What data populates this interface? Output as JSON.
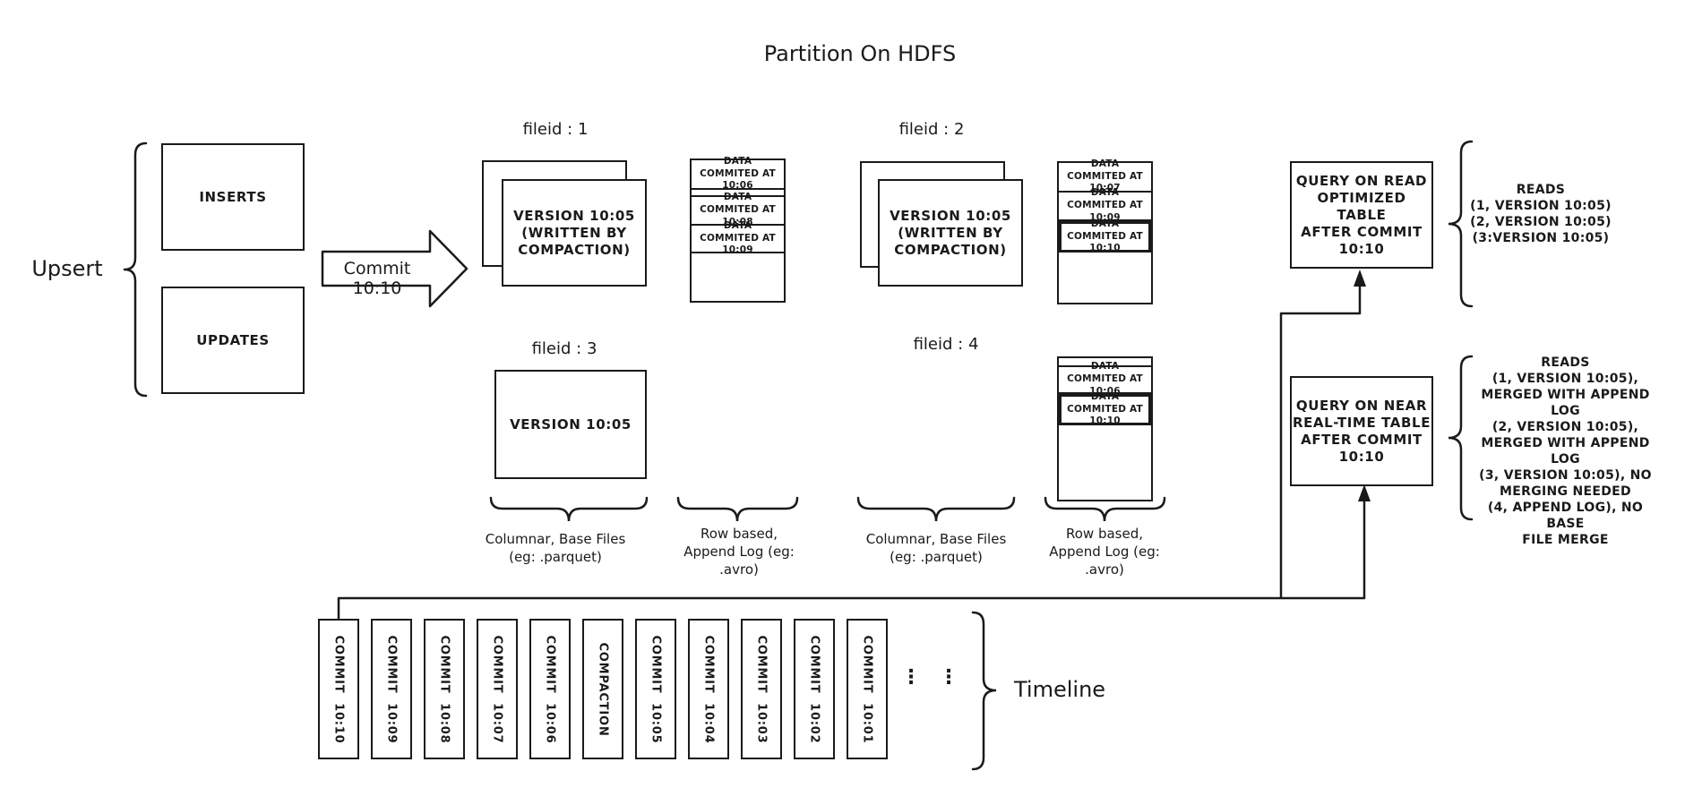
{
  "title": "Partition On HDFS",
  "upsert": {
    "label": "Upsert",
    "inserts": "INSERTS",
    "updates": "UPDATES"
  },
  "commit_arrow": {
    "label": "Commit 10:10"
  },
  "file_groups": {
    "f1": {
      "label": "fileid : 1",
      "version_lines": [
        "VERSION 10:05",
        "(WRITTEN BY",
        "COMPACTION)"
      ]
    },
    "f2": {
      "label": "fileid : 2",
      "version_lines": [
        "VERSION 10:05",
        "(WRITTEN BY",
        "COMPACTION)"
      ]
    },
    "f3": {
      "label": "fileid : 3",
      "version": "VERSION 10:05"
    },
    "f4": {
      "label": "fileid : 4"
    }
  },
  "logs": {
    "f1": {
      "e1": "DATA COMMITED AT 10:06",
      "e2": "DATA COMMITED AT 10:08",
      "e3": "DATA COMMITED AT 10:09"
    },
    "f2": {
      "e1": "DATA COMMITED AT 10:07",
      "e2": "DATA COMMITED AT 10:09",
      "e3": "DATA COMMITED AT 10:10"
    },
    "f4": {
      "e1": "DATA COMMITED AT 10:06",
      "e2": "DATA COMMITED AT 10:10"
    }
  },
  "group_labels": {
    "columnar": [
      "Columnar, Base Files",
      "(eg: .parquet)"
    ],
    "row": [
      "Row based,",
      "Append Log  (eg:",
      ".avro)"
    ]
  },
  "queries": {
    "read_optimized": {
      "lines": [
        "QUERY ON READ",
        "OPTIMIZED TABLE",
        "AFTER COMMIT",
        "10:10"
      ]
    },
    "near_realtime": {
      "lines": [
        "QUERY ON NEAR",
        "REAL-TIME TABLE",
        "AFTER COMMIT",
        "10:10"
      ]
    }
  },
  "reads_read_optimized": {
    "lines": [
      "READS",
      "(1, VERSION 10:05)",
      "(2, VERSION 10:05)",
      "(3:VERSION 10:05)"
    ]
  },
  "reads_near_realtime": {
    "lines": [
      "READS",
      "(1, VERSION 10:05),",
      "MERGED WITH APPEND LOG",
      "(2, VERSION 10:05),",
      "MERGED WITH APPEND LOG",
      "(3, VERSION 10:05), NO",
      "MERGING NEEDED",
      "(4, APPEND LOG), NO BASE",
      "FILE MERGE"
    ]
  },
  "timeline": {
    "label": "Timeline",
    "dots": "⋮",
    "items": [
      "COMMIT  10:10",
      "COMMIT  10:09",
      "COMMIT  10:08",
      "COMMIT  10:07",
      "COMMIT  10:06",
      "COMPACTION",
      "COMMIT  10:05",
      "COMMIT  10:04",
      "COMMIT  10:03",
      "COMMIT  10:02",
      "COMMIT  10:01"
    ]
  },
  "colors": {
    "ink": "#1a1a1a",
    "background": "#ffffff"
  }
}
